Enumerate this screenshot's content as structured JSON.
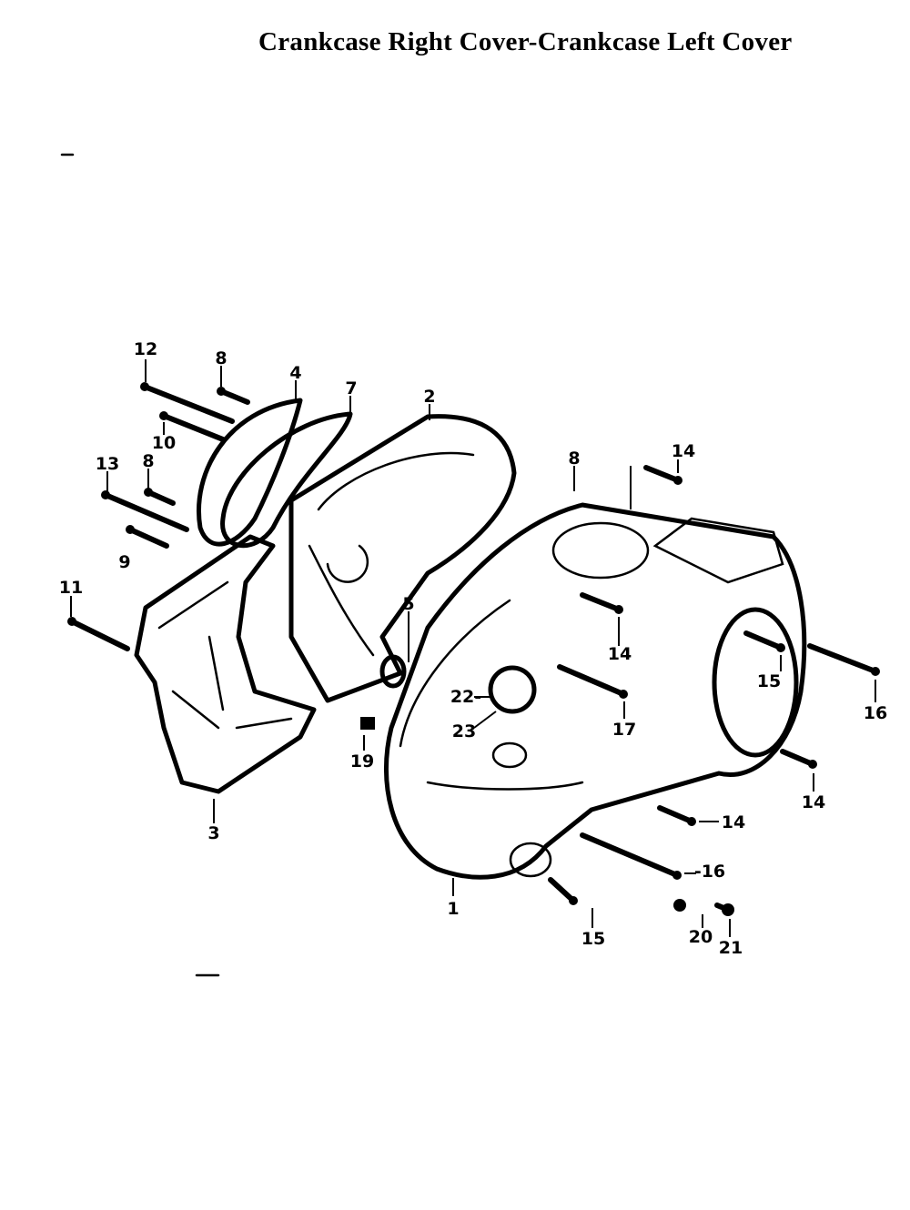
{
  "title": "Crankcase Right Cover-Crankcase Left Cover",
  "callouts": {
    "c1": "1",
    "c2": "2",
    "c3": "3",
    "c4": "4",
    "c5": "5",
    "c7": "7",
    "c8a": "8",
    "c8b": "8",
    "c8c": "8",
    "c9": "9",
    "c10": "10",
    "c11": "11",
    "c12": "12",
    "c13": "13",
    "c14a": "14",
    "c14b": "14",
    "c14c": "14",
    "c14d": "14",
    "c15a": "15",
    "c15b": "15",
    "c16a": "16",
    "c16b": "-16",
    "c17": "17",
    "c19": "19",
    "c20": "20",
    "c21": "21",
    "c22": "22-",
    "c23": "23"
  }
}
